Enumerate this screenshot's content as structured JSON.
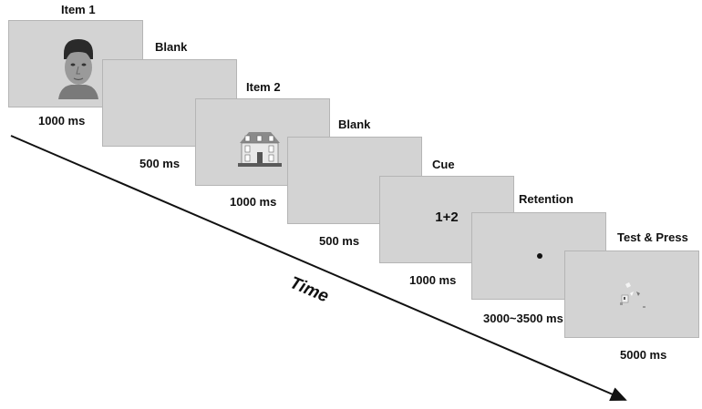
{
  "frames": [
    {
      "title": "Item 1",
      "duration": "1000 ms",
      "content": "face"
    },
    {
      "title": "Blank",
      "duration": "500 ms",
      "content": "blank"
    },
    {
      "title": "Item 2",
      "duration": "1000 ms",
      "content": "house"
    },
    {
      "title": "Blank",
      "duration": "500 ms",
      "content": "blank"
    },
    {
      "title": "Cue",
      "duration": "1000 ms",
      "content": "1+2"
    },
    {
      "title": "Retention",
      "duration": "3000~3500 ms",
      "content": "dot"
    },
    {
      "title": "Test & Press",
      "duration": "5000 ms",
      "content": "scrambled"
    }
  ],
  "timeline": {
    "label": "Time"
  },
  "colors": {
    "frame": "#d3d3d3",
    "text": "#111111"
  }
}
